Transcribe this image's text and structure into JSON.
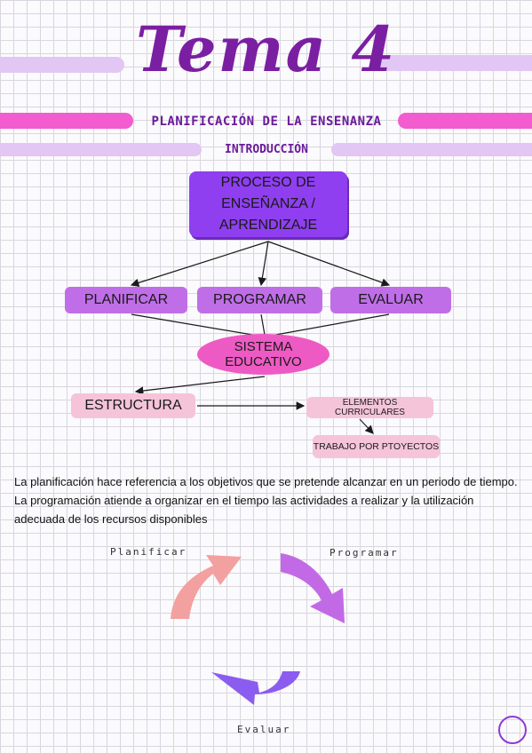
{
  "header": {
    "title": "Tema 4",
    "subtitle": "PLANIFICACIÓN DE LA ENSENANZA",
    "section": "INTRODUCCIÓN"
  },
  "diagram": {
    "root": "PROCESO DE ENSEÑANZA / APRENDIZAJE",
    "branches": [
      "PLANIFICAR",
      "PROGRAMAR",
      "EVALUAR"
    ],
    "center": "SISTEMA EDUCATIVO",
    "structure": "ESTRUCTURA",
    "elements": "ELEMENTOS CURRICULARES",
    "project": "TRABAJO POR PTOYECTOS"
  },
  "paragraph": "La planificación hace referencia a los objetivos que se pretende alcanzar en un periodo de tiempo. La programación atiende a organizar en el tiempo las actividades a realizar y la utilización adecuada de los recursos disponibles",
  "cycle": {
    "labels": [
      "Planificar",
      "Programar",
      "Evaluar"
    ]
  },
  "colors": {
    "title": "#7b1fa2",
    "band_lilac": "#e2c6f3",
    "band_pink": "#f25ccf",
    "purple_box": "#8f3ff0",
    "violet_box": "#c06ee8",
    "pink_ellipse": "#ee5ac4",
    "soft_pink": "#f5c4d9",
    "arrow_salmon": "#f2a0a0",
    "arrow_violet": "#c26ae6",
    "arrow_purple": "#8b5cf0"
  }
}
